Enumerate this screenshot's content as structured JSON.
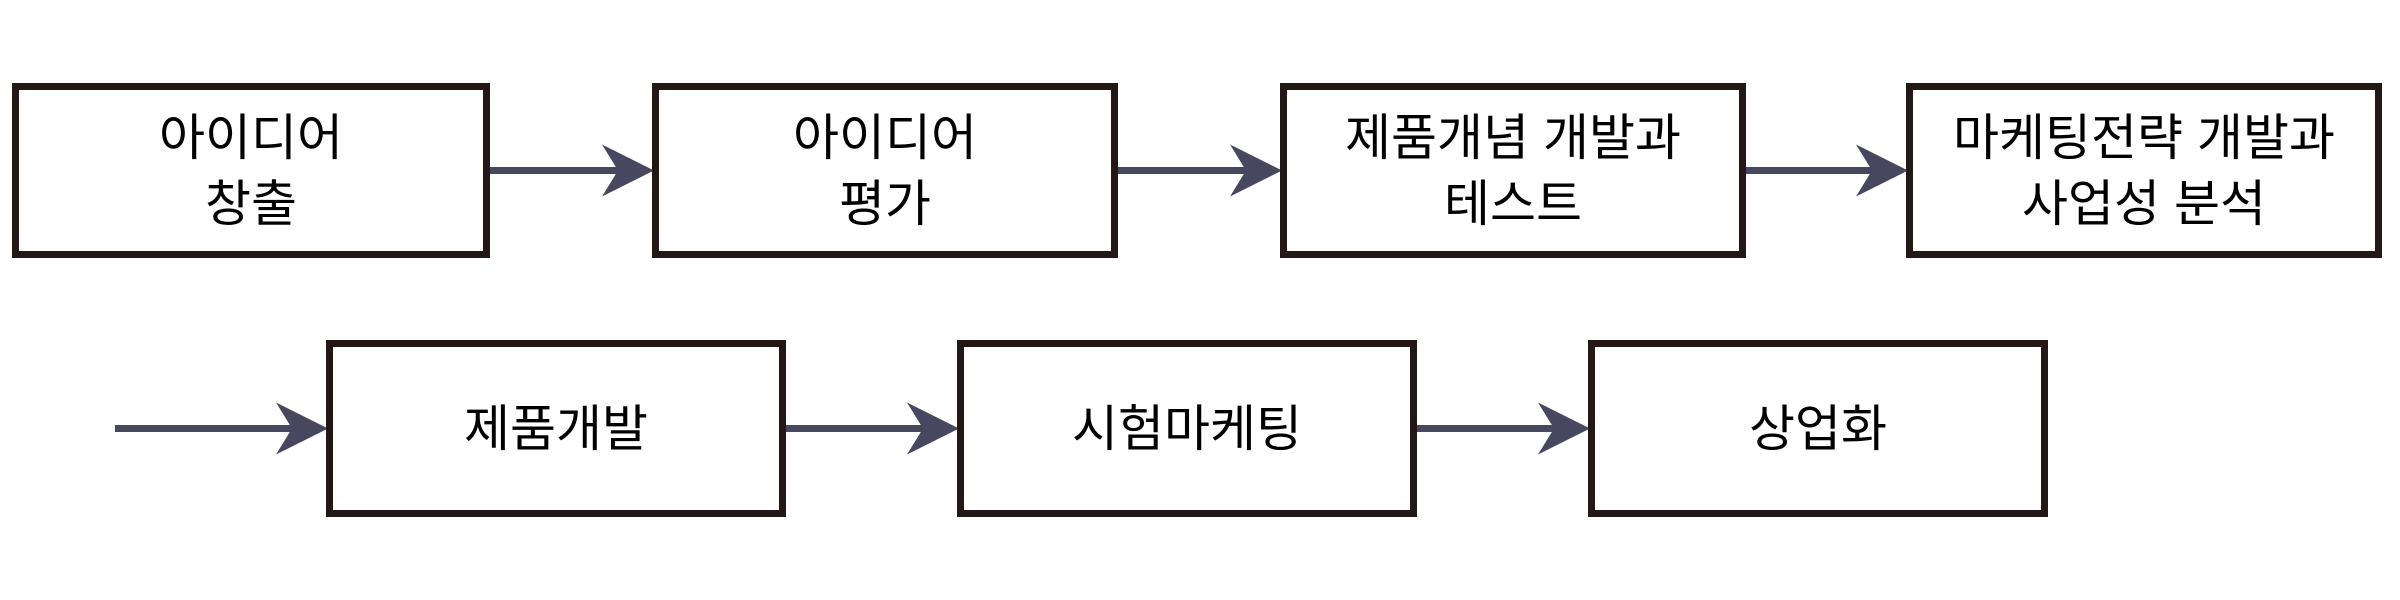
{
  "diagram": {
    "type": "flowchart",
    "boxes": [
      {
        "id": "idea-generation",
        "label": "아이디어\n창출"
      },
      {
        "id": "idea-screening",
        "label": "아이디어\n평가"
      },
      {
        "id": "concept-development-testing",
        "label": "제품개념 개발과\n테스트"
      },
      {
        "id": "marketing-strategy-business-analysis",
        "label": "마케팅전략 개발과\n사업성 분석"
      },
      {
        "id": "product-development",
        "label": "제품개발"
      },
      {
        "id": "test-marketing",
        "label": "시험마케팅"
      },
      {
        "id": "commercialization",
        "label": "상업화"
      }
    ],
    "connections": [
      {
        "from": "idea-generation",
        "to": "idea-screening"
      },
      {
        "from": "idea-screening",
        "to": "concept-development-testing"
      },
      {
        "from": "concept-development-testing",
        "to": "marketing-strategy-business-analysis"
      },
      {
        "from": null,
        "to": "product-development"
      },
      {
        "from": "product-development",
        "to": "test-marketing"
      },
      {
        "from": "test-marketing",
        "to": "commercialization"
      }
    ],
    "colors": {
      "arrow": "#474760",
      "box_border": "#231815",
      "box_fill": "#ffffff",
      "text": "#000000",
      "background": "#ffffff"
    }
  }
}
